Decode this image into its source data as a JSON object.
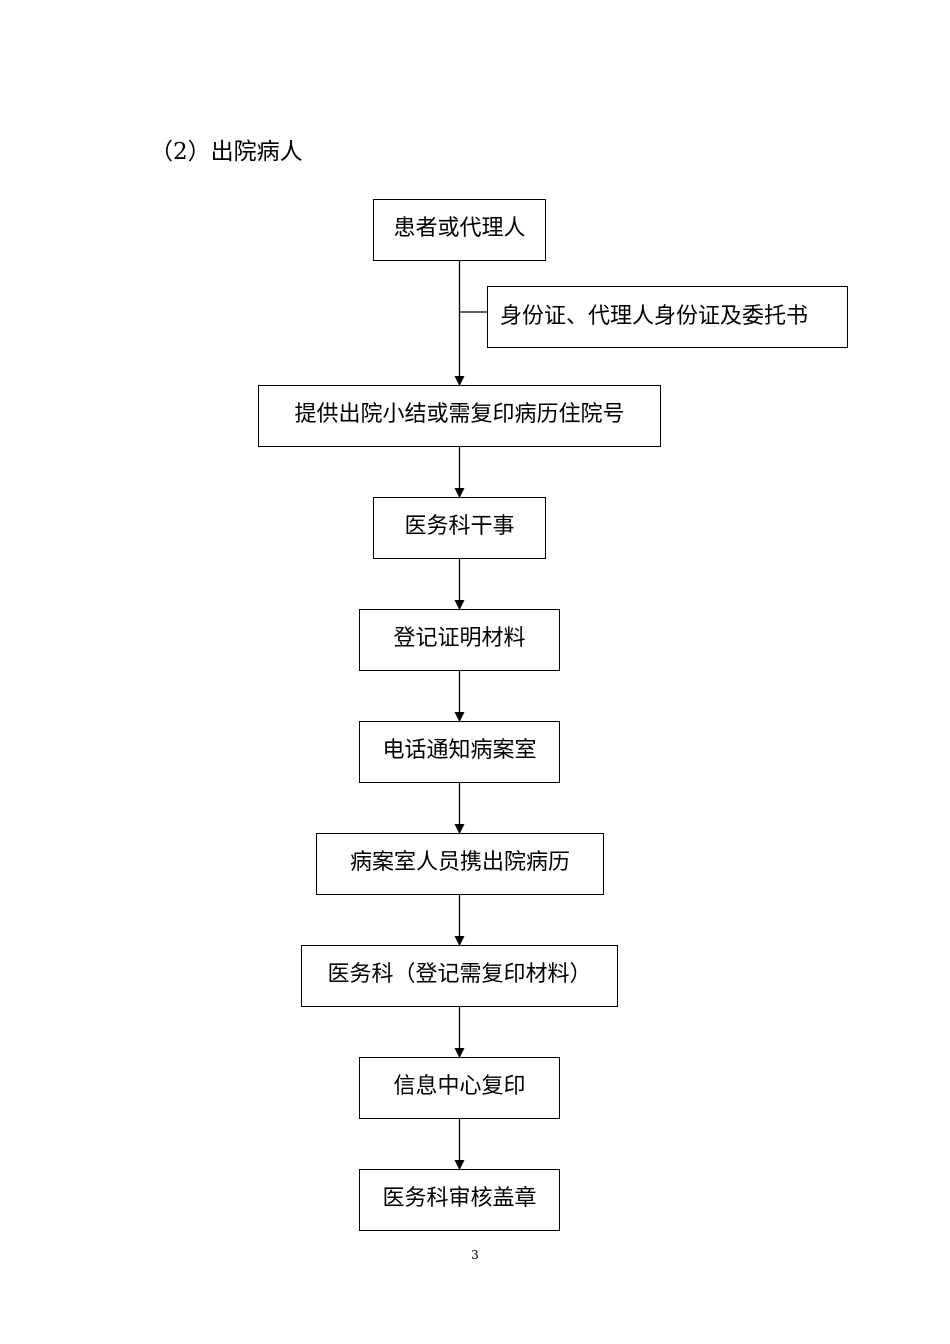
{
  "section_heading": "（2）出院病人",
  "flow": {
    "start": "患者或代理人",
    "side_note": "身份证、代理人身份证及委托书",
    "steps": [
      "提供出院小结或需复印病历住院号",
      "医务科干事",
      "登记证明材料",
      "电话通知病案室",
      "病案室人员携出院病历",
      "医务科（登记需复印材料）",
      "信息中心复印",
      "医务科审核盖章"
    ]
  },
  "page_number": "3"
}
